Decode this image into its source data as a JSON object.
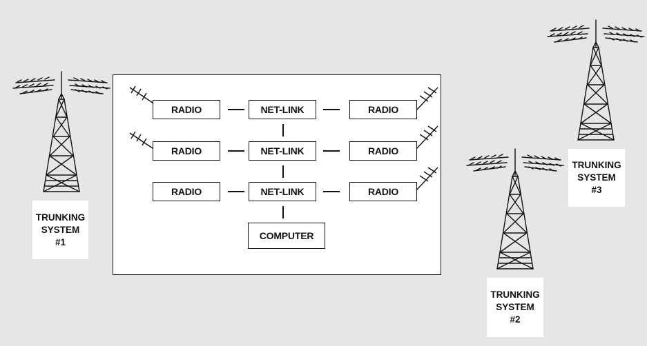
{
  "diagram": {
    "boxes": {
      "radio": "RADIO",
      "netlink": "NET-LINK",
      "computer": "COMPUTER"
    },
    "systems": [
      {
        "lines": [
          "TRUNKING",
          "SYSTEM",
          "#1"
        ]
      },
      {
        "lines": [
          "TRUNKING",
          "SYSTEM",
          "#2"
        ]
      },
      {
        "lines": [
          "TRUNKING",
          "SYSTEM",
          "#3"
        ]
      }
    ]
  },
  "colors": {
    "background": "#e6e6e7",
    "line": "#111111",
    "box_fill": "#ffffff"
  }
}
